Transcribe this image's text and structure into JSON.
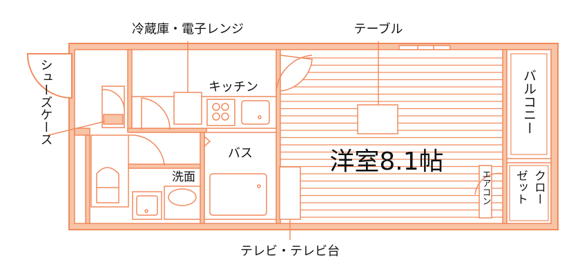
{
  "colors": {
    "wall_fill": "#f8c4a6",
    "line": "#f08a5d",
    "text": "#111111",
    "background": "#ffffff"
  },
  "labels": {
    "fridge_range": "冷蔵庫・電子レンジ",
    "table": "テーブル",
    "kitchen": "キッチン",
    "balcony": "バルコニー",
    "shoe_case": "シューズケース",
    "bath": "バス",
    "room": "洋室8.1帖",
    "washbasin": "洗面",
    "aircon": "エアコン",
    "closet_line1": "クロー",
    "closet_line2": "ゼット",
    "tv": "テレビ・テレビ台"
  }
}
